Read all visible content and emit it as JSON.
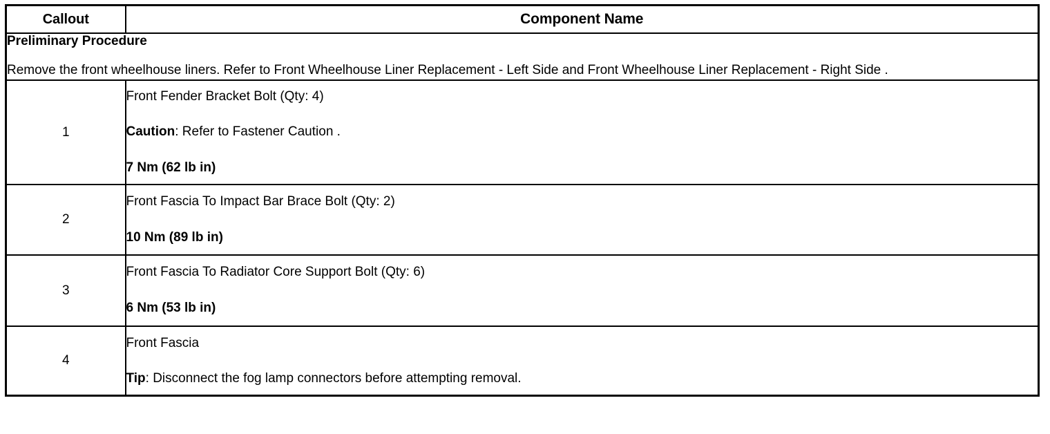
{
  "table": {
    "headers": {
      "callout": "Callout",
      "component_name": "Component Name"
    },
    "preliminary": {
      "title": "Preliminary Procedure",
      "body": "Remove the front wheelhouse liners. Refer to Front Wheelhouse Liner Replacement - Left Side and Front Wheelhouse Liner Replacement - Right Side ."
    },
    "rows": [
      {
        "callout": "1",
        "component": "Front Fender Bracket Bolt (Qty: 4)",
        "note_label": "Caution",
        "note_text": ": Refer to Fastener Caution .",
        "torque": "7 Nm (62 lb in)"
      },
      {
        "callout": "2",
        "component": "Front Fascia To Impact Bar Brace Bolt (Qty: 2)",
        "note_label": "",
        "note_text": "",
        "torque": "10 Nm (89 lb in)"
      },
      {
        "callout": "3",
        "component": "Front Fascia To Radiator Core Support Bolt (Qty: 6)",
        "note_label": "",
        "note_text": "",
        "torque": "6 Nm (53 lb in)"
      },
      {
        "callout": "4",
        "component": "Front Fascia",
        "note_label": "Tip",
        "note_text": ": Disconnect the fog lamp connectors before attempting removal.",
        "torque": ""
      }
    ]
  },
  "colors": {
    "border": "#000000",
    "text": "#000000",
    "background": "#ffffff"
  }
}
